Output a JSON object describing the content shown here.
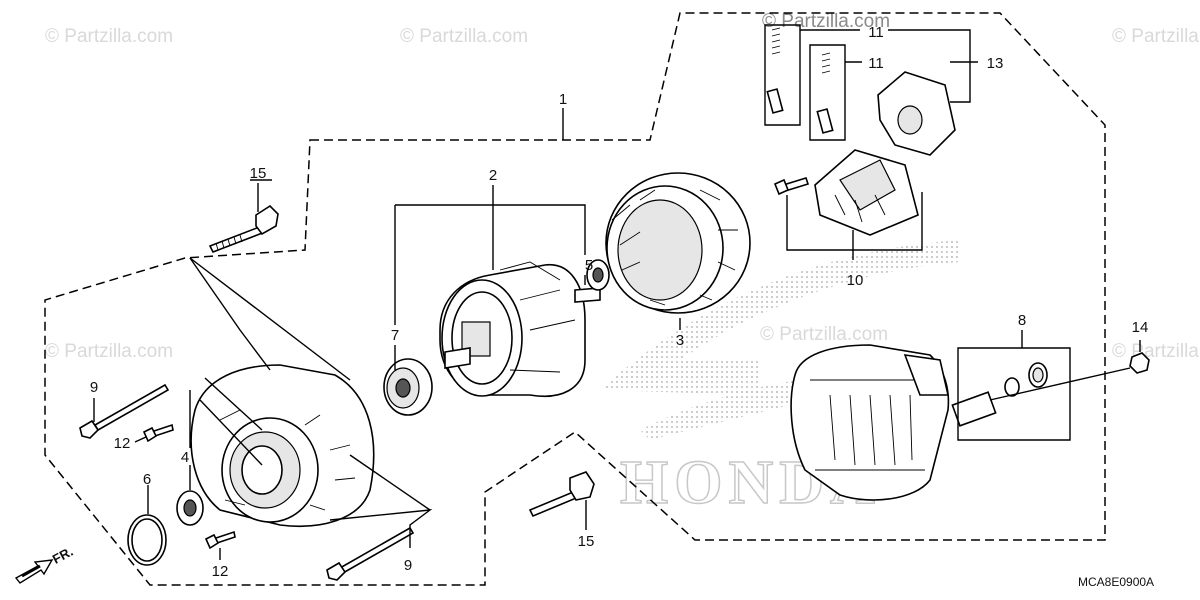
{
  "diagram": {
    "code": "MCA8E0900A",
    "watermark": "© Partzilla.com",
    "direction_label": "FR.",
    "logo_text": "HONDA",
    "callouts": {
      "c1": "1",
      "c2": "2",
      "c3": "3",
      "c4": "4",
      "c5": "5",
      "c6": "6",
      "c7": "7",
      "c8": "8",
      "c9a": "9",
      "c9b": "9",
      "c10": "10",
      "c11a": "11",
      "c11b": "11",
      "c12a": "12",
      "c12b": "12",
      "c13": "13",
      "c14": "14",
      "c15a": "15",
      "c15b": "15"
    }
  }
}
